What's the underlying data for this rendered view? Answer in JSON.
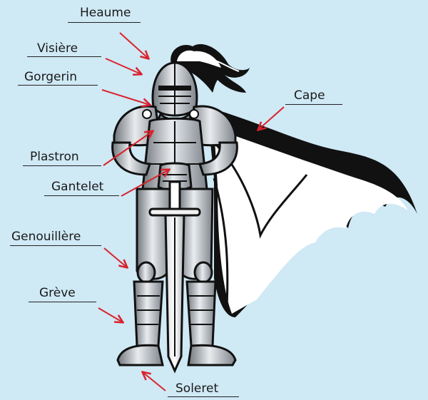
{
  "colors": {
    "background": "#cfe9f5",
    "arrow": "#d9232d",
    "ink": "#111111",
    "steel": "#9ea3a8"
  },
  "labels": {
    "heaume": "Heaume",
    "visiere": "Visière",
    "gorgerin": "Gorgerin",
    "cape": "Cape",
    "plastron": "Plastron",
    "gantelet": "Gantelet",
    "genouillere": "Genouillère",
    "greve": "Grève",
    "soleret": "Soleret"
  }
}
